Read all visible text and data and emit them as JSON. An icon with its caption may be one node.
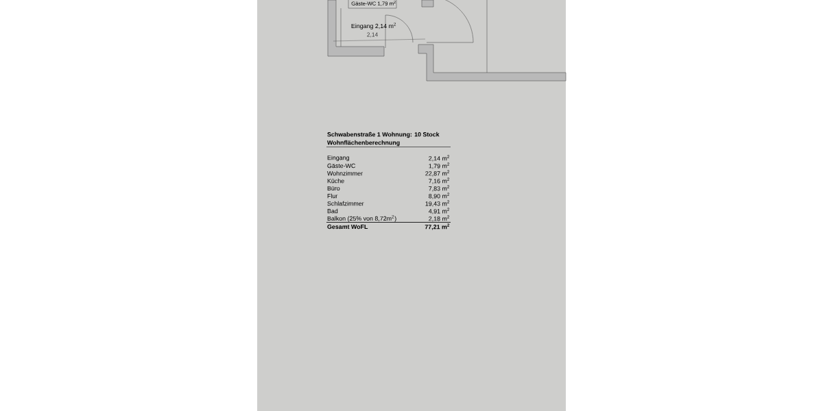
{
  "diagram": {
    "title": "Schwabenstraße 1 Wohnung: 10 Stock",
    "labels": [
      "Gäste-WC 1,79 m$^{2}$",
      "Eingang 2,14 m$^{2}$",
      "2,14",
      "Wohnflächenberechnung",
      "Eingang",
      "2,14 m$^{2}$",
      "Gäste-WC",
      "1,79 m$^{2}$",
      "Wohnzimmer",
      "22,87 m$^{2}$",
      "Küche",
      "7,16 m$^{2}$",
      "Büro",
      "7,83 m$^{2}$",
      "Flur",
      "8,90 m$^{2}$",
      "Schlafzimmer",
      "19,43 m$^{2}$",
      "Bad",
      "4,91 m$^{2}$",
      "Balkon (25% von 8,72m$^{2}$)",
      "2,18 m$^{2}$",
      "Gesamt WoFL",
      "77,21 m$^{2}$"
    ]
  }
}
